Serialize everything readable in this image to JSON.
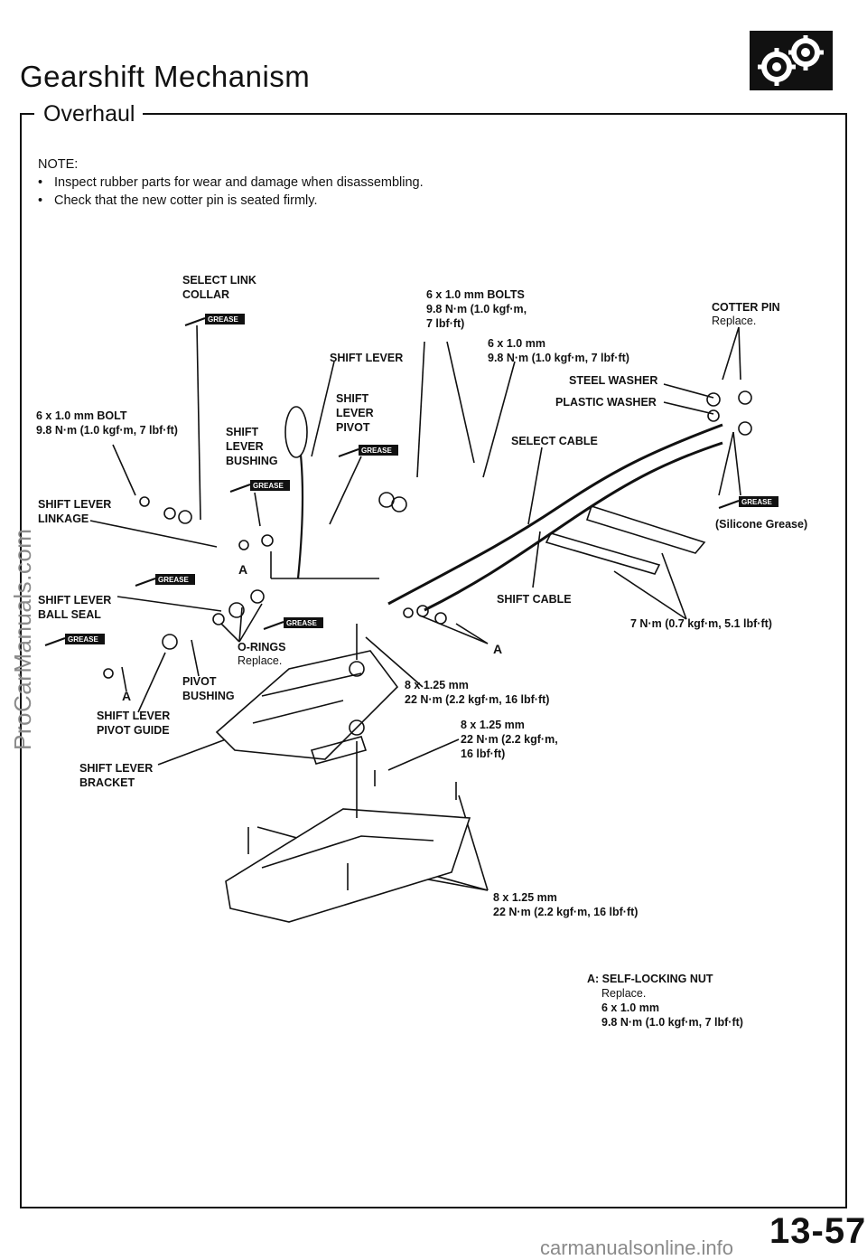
{
  "header": {
    "title": "Gearshift Mechanism",
    "subtitle": "Overhaul"
  },
  "note": {
    "heading": "NOTE:",
    "items": [
      "Inspect rubber parts for wear and damage when disassembling.",
      "Check that the new cotter pin is seated firmly."
    ]
  },
  "labels": {
    "select_link_collar": "SELECT LINK\nCOLLAR",
    "bolts_6x1": "6 x 1.0 mm BOLTS\n9.8 N·m (1.0 kgf·m,\n7 lbf·ft)",
    "cotter_pin": "COTTER PIN",
    "cotter_pin_note": "Replace.",
    "bolt_6x1_mm": "6 x 1.0 mm\n9.8 N·m (1.0 kgf·m, 7 lbf·ft)",
    "shift_lever": "SHIFT LEVER",
    "steel_washer": "STEEL WASHER",
    "plastic_washer": "PLASTIC WASHER",
    "shift_lever_pivot": "SHIFT\nLEVER\nPIVOT",
    "bolt_6x1_left": "6 x 1.0 mm BOLT\n9.8 N·m (1.0 kgf·m, 7 lbf·ft)",
    "shift_lever_bushing": "SHIFT\nLEVER\nBUSHING",
    "select_cable": "SELECT CABLE",
    "shift_lever_linkage": "SHIFT LEVER\nLINKAGE",
    "silicone_grease": "(Silicone Grease)",
    "a1": "A",
    "shift_lever_ball_seal": "SHIFT LEVER\nBALL SEAL",
    "shift_cable": "SHIFT CABLE",
    "torque_7nm": "7 N·m (0.7 kgf·m, 5.1 lbf·ft)",
    "o_rings": "O-RINGS",
    "o_rings_note": "Replace.",
    "a2": "A",
    "pivot_bushing": "PIVOT\nBUSHING",
    "bolt_8x125_a": "8 x 1.25 mm\n22 N·m (2.2 kgf·m, 16 lbf·ft)",
    "a3": "A",
    "shift_lever_pivot_guide": "SHIFT LEVER\nPIVOT GUIDE",
    "bolt_8x125_b": "8 x 1.25 mm\n22 N·m (2.2 kgf·m,\n16 lbf·ft)",
    "shift_lever_bracket": "SHIFT LEVER\nBRACKET",
    "bolt_8x125_c": "8 x 1.25 mm\n22 N·m (2.2 kgf·m, 16 lbf·ft)",
    "legend_a": "A: SELF-LOCKING NUT",
    "legend_a_note": "Replace.",
    "legend_a_spec": "6 x 1.0 mm\n9.8 N·m (1.0 kgf·m, 7 lbf·ft)"
  },
  "grease_tag": "GREASE",
  "page_number": "13-57",
  "watermark_side": "ProCarManuals.com",
  "watermark_footer": "carmanualsonline.info"
}
